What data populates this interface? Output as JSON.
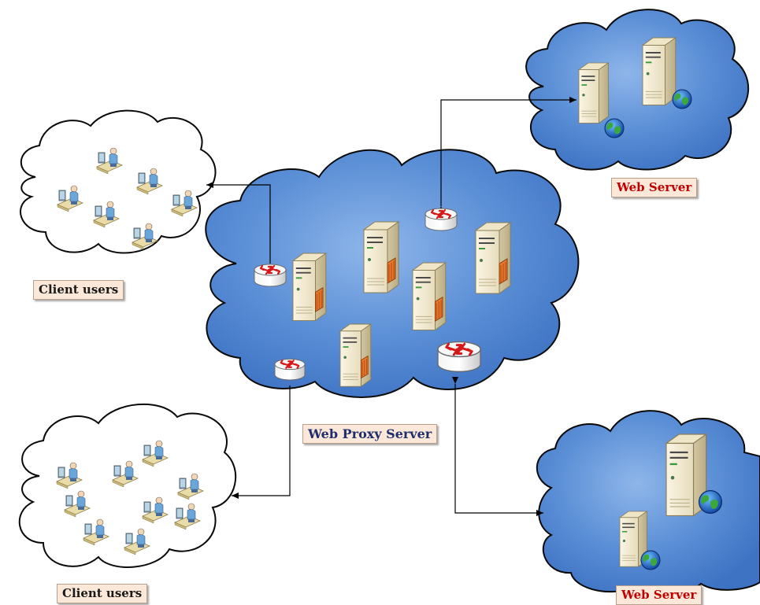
{
  "labels": {
    "client_users_top": "Client users",
    "client_users_bottom": "Client users",
    "web_server_top": "Web Server",
    "web_server_bottom": "Web Server",
    "web_proxy_server": "Web Proxy Server"
  },
  "colors": {
    "cloud_blue": "#5b8fd6",
    "cloud_outline": "#0a0a0a",
    "label_bg": "#fbe8d8",
    "web_server_text": "#c00000",
    "proxy_text": "#1f2f6e",
    "router_arrow": "#d81818"
  },
  "icons": [
    "server-icon",
    "router-icon",
    "globe-icon",
    "user-workstation-icon"
  ]
}
